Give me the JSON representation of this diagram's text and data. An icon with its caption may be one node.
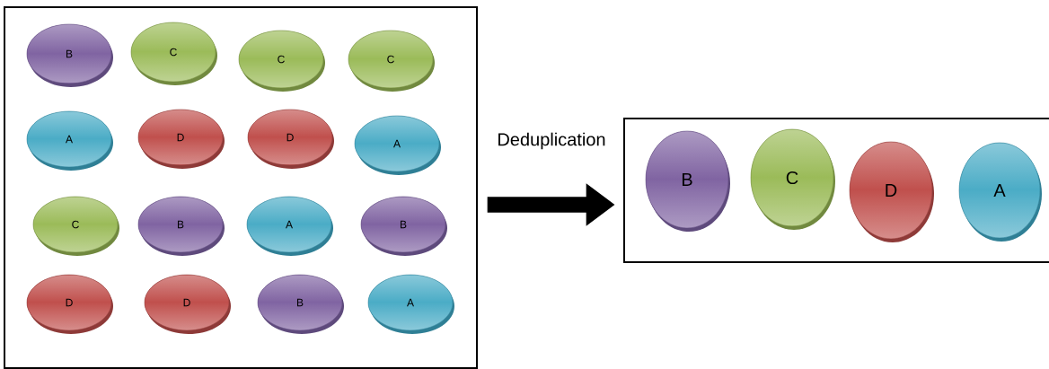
{
  "diagram": {
    "nodes": [
      {
        "text": [],
        "shape": "box"
      },
      {
        "text": [
          "B"
        ],
        "in": 0
      },
      {
        "text": [
          "C"
        ],
        "in": 0
      },
      {
        "text": [
          "C"
        ],
        "in": 0
      },
      {
        "text": [
          "C"
        ],
        "in": 0
      },
      {
        "text": [
          "A"
        ],
        "in": 0
      },
      {
        "text": [
          "D"
        ],
        "in": 0
      },
      {
        "text": [
          "D"
        ],
        "in": 0
      },
      {
        "text": [
          "A"
        ],
        "in": 0
      },
      {
        "text": [
          "C"
        ],
        "in": 0
      },
      {
        "text": [
          "B"
        ],
        "in": 0
      },
      {
        "text": [
          "A"
        ],
        "in": 0
      },
      {
        "text": [
          "B"
        ],
        "in": 0
      },
      {
        "text": [
          "D"
        ],
        "in": 0
      },
      {
        "text": [
          "D"
        ],
        "in": 0
      },
      {
        "text": [
          "B"
        ],
        "in": 0
      },
      {
        "text": [
          "A"
        ],
        "in": 0
      },
      {
        "text": [],
        "shape": "box"
      },
      {
        "text": [
          "B"
        ],
        "in": 17
      },
      {
        "text": [
          "C"
        ],
        "in": 17
      },
      {
        "text": [
          "D"
        ],
        "in": 17
      },
      {
        "text": [
          "A"
        ],
        "in": 17
      }
    ],
    "edges": [
      {
        "from": 0,
        "to": 17,
        "arrow": "to",
        "label": "Deduplication"
      }
    ]
  }
}
